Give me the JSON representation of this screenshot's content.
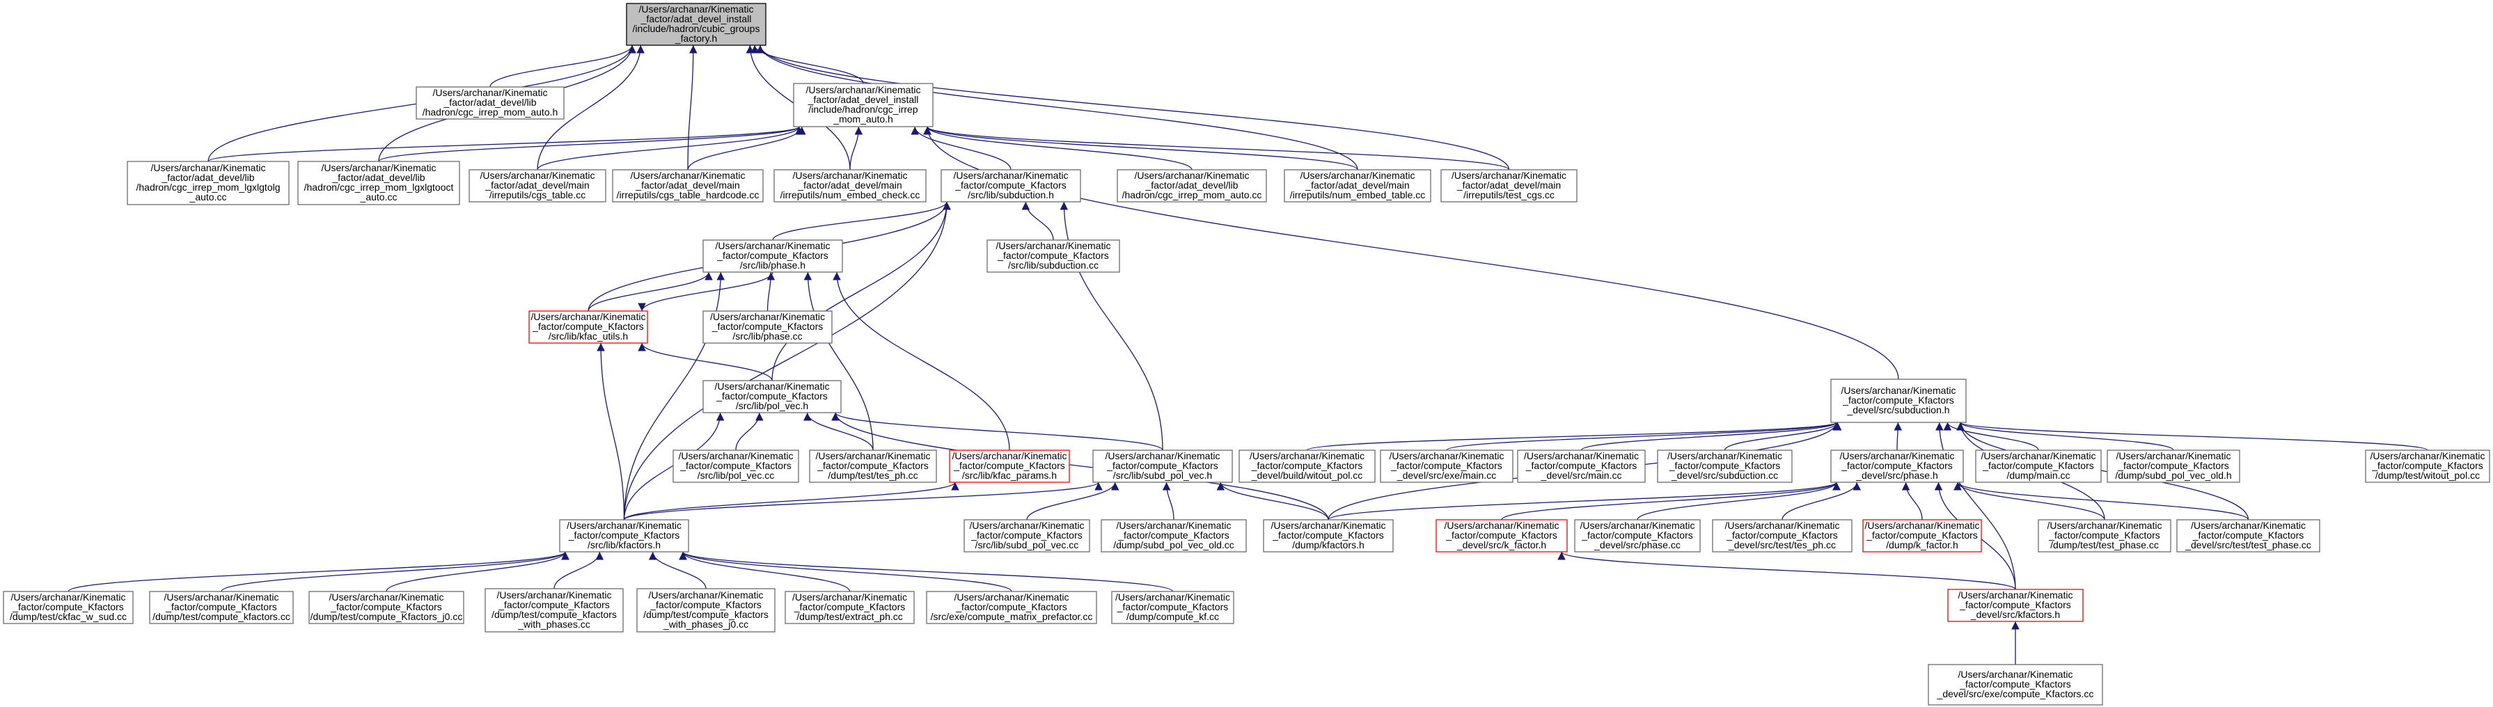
{
  "nodes": {
    "cubic_groups": {
      "lines": [
        "/Users/archanar/Kinematic",
        "_factor/adat_devel_install",
        "/include/hadron/cubic_groups",
        "_factory.h"
      ],
      "style": "root"
    },
    "cgc_irrep_mom_auto_h": {
      "lines": [
        "/Users/archanar/Kinematic",
        "_factor/adat_devel/lib",
        "/hadron/cgc_irrep_mom_auto.h"
      ],
      "style": "normal"
    },
    "cgc_irrep_install_h": {
      "lines": [
        "/Users/archanar/Kinematic",
        "_factor/adat_devel_install",
        "/include/hadron/cgc_irrep",
        "_mom_auto.h"
      ],
      "style": "normal"
    },
    "lgxlgtolg": {
      "lines": [
        "/Users/archanar/Kinematic",
        "_factor/adat_devel/lib",
        "/hadron/cgc_irrep_mom_lgxlgtolg",
        "_auto.cc"
      ],
      "style": "normal"
    },
    "lgxlgtooct": {
      "lines": [
        "/Users/archanar/Kinematic",
        "_factor/adat_devel/lib",
        "/hadron/cgc_irrep_mom_lgxlgtooct",
        "_auto.cc"
      ],
      "style": "normal"
    },
    "cgs_table": {
      "lines": [
        "/Users/archanar/Kinematic",
        "_factor/adat_devel/main",
        "/irreputils/cgs_table.cc"
      ],
      "style": "normal"
    },
    "cgs_table_hardcode": {
      "lines": [
        "/Users/archanar/Kinematic",
        "_factor/adat_devel/main",
        "/irreputils/cgs_table_hardcode.cc"
      ],
      "style": "normal"
    },
    "num_embed_check": {
      "lines": [
        "/Users/archanar/Kinematic",
        "_factor/adat_devel/main",
        "/irreputils/num_embed_check.cc"
      ],
      "style": "normal"
    },
    "lib_subduction_h": {
      "lines": [
        "/Users/archanar/Kinematic",
        "_factor/compute_Kfactors",
        "/src/lib/subduction.h"
      ],
      "style": "normal"
    },
    "cgc_irrep_mom_auto_cc": {
      "lines": [
        "/Users/archanar/Kinematic",
        "_factor/adat_devel/lib",
        "/hadron/cgc_irrep_mom_auto.cc"
      ],
      "style": "normal"
    },
    "num_embed_table": {
      "lines": [
        "/Users/archanar/Kinematic",
        "_factor/adat_devel/main",
        "/irreputils/num_embed_table.cc"
      ],
      "style": "normal"
    },
    "test_cgs": {
      "lines": [
        "/Users/archanar/Kinematic",
        "_factor/adat_devel/main",
        "/irreputils/test_cgs.cc"
      ],
      "style": "normal"
    },
    "lib_phase_h": {
      "lines": [
        "/Users/archanar/Kinematic",
        "_factor/compute_Kfactors",
        "/src/lib/phase.h"
      ],
      "style": "normal"
    },
    "lib_subduction_cc": {
      "lines": [
        "/Users/archanar/Kinematic",
        "_factor/compute_Kfactors",
        "/src/lib/subduction.cc"
      ],
      "style": "normal"
    },
    "kfac_utils": {
      "lines": [
        "/Users/archanar/Kinematic",
        "_factor/compute_Kfactors",
        "/src/lib/kfac_utils.h"
      ],
      "style": "red"
    },
    "lib_phase_cc": {
      "lines": [
        "/Users/archanar/Kinematic",
        "_factor/compute_Kfactors",
        "/src/lib/phase.cc"
      ],
      "style": "normal"
    },
    "pol_vec_h": {
      "lines": [
        "/Users/archanar/Kinematic",
        "_factor/compute_Kfactors",
        "/src/lib/pol_vec.h"
      ],
      "style": "normal"
    },
    "pol_vec_cc": {
      "lines": [
        "/Users/archanar/Kinematic",
        "_factor/compute_Kfactors",
        "/src/lib/pol_vec.cc"
      ],
      "style": "normal"
    },
    "tes_ph_dump": {
      "lines": [
        "/Users/archanar/Kinematic",
        "_factor/compute_Kfactors",
        "/dump/test/tes_ph.cc"
      ],
      "style": "normal"
    },
    "kfac_params": {
      "lines": [
        "/Users/archanar/Kinematic",
        "_factor/compute_Kfactors",
        "/src/lib/kfac_params.h"
      ],
      "style": "red"
    },
    "subd_pol_vec_h": {
      "lines": [
        "/Users/archanar/Kinematic",
        "_factor/compute_Kfactors",
        "/src/lib/subd_pol_vec.h"
      ],
      "style": "normal"
    },
    "kfactors_h_lib": {
      "lines": [
        "/Users/archanar/Kinematic",
        "_factor/compute_Kfactors",
        "/src/lib/kfactors.h"
      ],
      "style": "normal"
    },
    "subd_pol_vec_cc": {
      "lines": [
        "/Users/archanar/Kinematic",
        "_factor/compute_Kfactors",
        "/src/lib/subd_pol_vec.cc"
      ],
      "style": "normal"
    },
    "subd_pol_vec_old": {
      "lines": [
        "/Users/archanar/Kinematic",
        "_factor/compute_Kfactors",
        "/dump/subd_pol_vec_old.cc"
      ],
      "style": "normal"
    },
    "dump_kfactors_h": {
      "lines": [
        "/Users/archanar/Kinematic",
        "_factor/compute_Kfactors",
        "/dump/kfactors.h"
      ],
      "style": "normal"
    },
    "devel_subduction_h": {
      "lines": [
        "/Users/archanar/Kinematic",
        "_factor/compute_Kfactors",
        "_devel/src/subduction.h"
      ],
      "style": "normal"
    },
    "witout_pol_build": {
      "lines": [
        "/Users/archanar/Kinematic",
        "_factor/compute_Kfactors",
        "_devel/build/witout_pol.cc"
      ],
      "style": "normal"
    },
    "exe_main": {
      "lines": [
        "/Users/archanar/Kinematic",
        "_factor/compute_Kfactors",
        "_devel/src/exe/main.cc"
      ],
      "style": "normal"
    },
    "src_main": {
      "lines": [
        "/Users/archanar/Kinematic",
        "_factor/compute_Kfactors",
        "_devel/src/main.cc"
      ],
      "style": "normal"
    },
    "src_subduction_cc": {
      "lines": [
        "/Users/archanar/Kinematic",
        "_factor/compute_Kfactors",
        "_devel/src/subduction.cc"
      ],
      "style": "normal"
    },
    "devel_phase_h": {
      "lines": [
        "/Users/archanar/Kinematic",
        "_factor/compute_Kfactors",
        "_devel/src/phase.h"
      ],
      "style": "normal"
    },
    "dump_main": {
      "lines": [
        "/Users/archanar/Kinematic",
        "_factor/compute_Kfactors",
        "/dump/main.cc"
      ],
      "style": "normal"
    },
    "dump_subd_pol_old_h": {
      "lines": [
        "/Users/archanar/Kinematic",
        "_factor/compute_Kfactors",
        "/dump/subd_pol_vec_old.h"
      ],
      "style": "normal"
    },
    "dump_witout_pol": {
      "lines": [
        "/Users/archanar/Kinematic",
        "_factor/compute_Kfactors",
        "/dump/test/witout_pol.cc"
      ],
      "style": "normal"
    },
    "k_factor_h": {
      "lines": [
        "/Users/archanar/Kinematic",
        "_factor/compute_Kfactors",
        "_devel/src/k_factor.h"
      ],
      "style": "red"
    },
    "src_phase_cc": {
      "lines": [
        "/Users/archanar/Kinematic",
        "_factor/compute_Kfactors",
        "_devel/src/phase.cc"
      ],
      "style": "normal"
    },
    "src_test_tes_ph": {
      "lines": [
        "/Users/archanar/Kinematic",
        "_factor/compute_Kfactors",
        "_devel/src/test/tes_ph.cc"
      ],
      "style": "normal"
    },
    "dump_k_factor_h": {
      "lines": [
        "/Users/archanar/Kinematic",
        "_factor/compute_Kfactors",
        "/dump/k_factor.h"
      ],
      "style": "red"
    },
    "dump_test_phase": {
      "lines": [
        "/Users/archanar/Kinematic",
        "_factor/compute_Kfactors",
        "/dump/test/test_phase.cc"
      ],
      "style": "normal"
    },
    "src_test_test_phase": {
      "lines": [
        "/Users/archanar/Kinematic",
        "_factor/compute_Kfactors",
        "_devel/src/test/test_phase.cc"
      ],
      "style": "normal"
    },
    "devel_kfactors_h": {
      "lines": [
        "/Users/archanar/Kinematic",
        "_factor/compute_Kfactors",
        "_devel/src/kfactors.h"
      ],
      "style": "red"
    },
    "exe_compute_kfactors": {
      "lines": [
        "/Users/archanar/Kinematic",
        "_factor/compute_Kfactors",
        "_devel/src/exe/compute_Kfactors.cc"
      ],
      "style": "normal"
    },
    "ckfac_w_sud": {
      "lines": [
        "/Users/archanar/Kinematic",
        "_factor/compute_Kfactors",
        "/dump/test/ckfac_w_sud.cc"
      ],
      "style": "normal"
    },
    "test_compute_kfactors": {
      "lines": [
        "/Users/archanar/Kinematic",
        "_factor/compute_Kfactors",
        "/dump/test/compute_kfactors.cc"
      ],
      "style": "normal"
    },
    "compute_kfactors_j0": {
      "lines": [
        "/Users/archanar/Kinematic",
        "_factor/compute_Kfactors",
        "/dump/test/compute_Kfactors_j0.cc"
      ],
      "style": "normal"
    },
    "with_phases": {
      "lines": [
        "/Users/archanar/Kinematic",
        "_factor/compute_Kfactors",
        "/dump/test/compute_kfactors",
        "_with_phases.cc"
      ],
      "style": "normal"
    },
    "with_phases_j0": {
      "lines": [
        "/Users/archanar/Kinematic",
        "_factor/compute_Kfactors",
        "/dump/test/compute_kfactors",
        "_with_phases_j0.cc"
      ],
      "style": "normal"
    },
    "extract_ph": {
      "lines": [
        "/Users/archanar/Kinematic",
        "_factor/compute_Kfactors",
        "/dump/test/extract_ph.cc"
      ],
      "style": "normal"
    },
    "matrix_prefactor": {
      "lines": [
        "/Users/archanar/Kinematic",
        "_factor/compute_Kfactors",
        "/src/exe/compute_matrix_prefactor.cc"
      ],
      "style": "normal"
    },
    "compute_kf": {
      "lines": [
        "/Users/archanar/Kinematic",
        "_factor/compute_Kfactors",
        "/dump/compute_kf.cc"
      ],
      "style": "normal"
    }
  },
  "edges": [
    [
      "cgc_irrep_mom_auto_h",
      "cubic_groups"
    ],
    [
      "cgc_irrep_install_h",
      "cubic_groups"
    ],
    [
      "lgxlgtolg",
      "cubic_groups"
    ],
    [
      "lgxlgtooct",
      "cubic_groups"
    ],
    [
      "cgs_table",
      "cubic_groups"
    ],
    [
      "cgs_table_hardcode",
      "cubic_groups"
    ],
    [
      "num_embed_check",
      "cubic_groups"
    ],
    [
      "num_embed_table",
      "cubic_groups"
    ],
    [
      "test_cgs",
      "cubic_groups"
    ],
    [
      "lgxlgtolg",
      "cgc_irrep_install_h"
    ],
    [
      "lgxlgtooct",
      "cgc_irrep_install_h"
    ],
    [
      "cgs_table",
      "cgc_irrep_install_h"
    ],
    [
      "cgs_table_hardcode",
      "cgc_irrep_install_h"
    ],
    [
      "num_embed_check",
      "cgc_irrep_install_h"
    ],
    [
      "lib_subduction_h",
      "cgc_irrep_install_h"
    ],
    [
      "cgc_irrep_mom_auto_cc",
      "cgc_irrep_install_h"
    ],
    [
      "num_embed_table",
      "cgc_irrep_install_h"
    ],
    [
      "test_cgs",
      "cgc_irrep_install_h"
    ],
    [
      "devel_subduction_h",
      "cgc_irrep_install_h"
    ],
    [
      "lib_phase_h",
      "lib_subduction_h"
    ],
    [
      "lib_subduction_cc",
      "lib_subduction_h"
    ],
    [
      "kfac_utils",
      "lib_subduction_h"
    ],
    [
      "pol_vec_h",
      "lib_subduction_h"
    ],
    [
      "subd_pol_vec_h",
      "lib_subduction_h"
    ],
    [
      "kfactors_h_lib",
      "lib_subduction_h"
    ],
    [
      "kfac_utils",
      "lib_phase_h"
    ],
    [
      "lib_phase_cc",
      "lib_phase_h"
    ],
    [
      "kfac_params",
      "lib_phase_h"
    ],
    [
      "tes_ph_dump",
      "lib_phase_h"
    ],
    [
      "kfactors_h_lib",
      "lib_phase_h"
    ],
    [
      "lib_phase_h",
      "kfac_utils"
    ],
    [
      "pol_vec_h",
      "kfac_utils"
    ],
    [
      "kfactors_h_lib",
      "kfac_utils"
    ],
    [
      "pol_vec_cc",
      "pol_vec_h"
    ],
    [
      "tes_ph_dump",
      "pol_vec_h"
    ],
    [
      "subd_pol_vec_h",
      "pol_vec_h"
    ],
    [
      "kfactors_h_lib",
      "pol_vec_h"
    ],
    [
      "kfactors_h_lib",
      "kfac_params"
    ],
    [
      "kfactors_h_lib",
      "subd_pol_vec_h"
    ],
    [
      "subd_pol_vec_cc",
      "subd_pol_vec_h"
    ],
    [
      "subd_pol_vec_old",
      "subd_pol_vec_h"
    ],
    [
      "dump_kfactors_h",
      "subd_pol_vec_h"
    ],
    [
      "dump_kfactors_h",
      "pol_vec_h"
    ],
    [
      "ckfac_w_sud",
      "kfactors_h_lib"
    ],
    [
      "test_compute_kfactors",
      "kfactors_h_lib"
    ],
    [
      "compute_kfactors_j0",
      "kfactors_h_lib"
    ],
    [
      "with_phases",
      "kfactors_h_lib"
    ],
    [
      "with_phases_j0",
      "kfactors_h_lib"
    ],
    [
      "extract_ph",
      "kfactors_h_lib"
    ],
    [
      "matrix_prefactor",
      "kfactors_h_lib"
    ],
    [
      "compute_kf",
      "kfactors_h_lib"
    ],
    [
      "witout_pol_build",
      "devel_subduction_h"
    ],
    [
      "exe_main",
      "devel_subduction_h"
    ],
    [
      "src_main",
      "devel_subduction_h"
    ],
    [
      "src_subduction_cc",
      "devel_subduction_h"
    ],
    [
      "devel_phase_h",
      "devel_subduction_h"
    ],
    [
      "dump_main",
      "devel_subduction_h"
    ],
    [
      "dump_subd_pol_old_h",
      "devel_subduction_h"
    ],
    [
      "dump_witout_pol",
      "devel_subduction_h"
    ],
    [
      "dump_kfactors_h",
      "devel_subduction_h"
    ],
    [
      "dump_test_phase",
      "devel_subduction_h"
    ],
    [
      "src_test_test_phase",
      "devel_subduction_h"
    ],
    [
      "devel_kfactors_h",
      "devel_subduction_h"
    ],
    [
      "dump_kfactors_h",
      "devel_phase_h"
    ],
    [
      "k_factor_h",
      "devel_phase_h"
    ],
    [
      "src_phase_cc",
      "devel_phase_h"
    ],
    [
      "src_test_tes_ph",
      "devel_phase_h"
    ],
    [
      "dump_k_factor_h",
      "devel_phase_h"
    ],
    [
      "dump_test_phase",
      "devel_phase_h"
    ],
    [
      "src_test_test_phase",
      "devel_phase_h"
    ],
    [
      "devel_kfactors_h",
      "devel_phase_h"
    ],
    [
      "devel_kfactors_h",
      "k_factor_h"
    ],
    [
      "exe_compute_kfactors",
      "devel_kfactors_h"
    ]
  ]
}
